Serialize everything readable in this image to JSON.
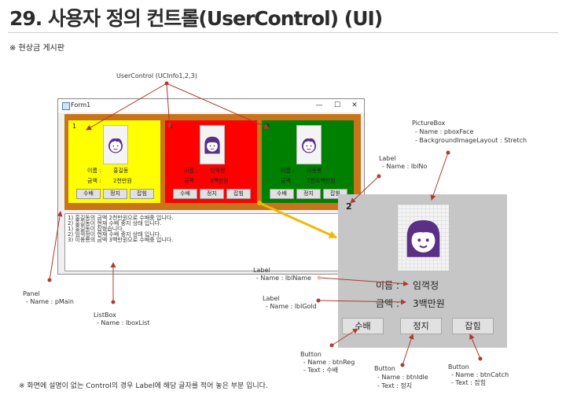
{
  "page": {
    "title": "29. 사용자 정의 컨트롤(UserControl) (UI)",
    "subtitle": "※ 현상금 게시판",
    "footnote": "※ 화면에 설명이 없는 Control의 경우 Label에 해당 글자를 적어 놓은 부분 입니다."
  },
  "form": {
    "title": "Form1",
    "minimize": "—",
    "maximize": "☐",
    "close": "✕"
  },
  "colors": {
    "panel": "#c8741a",
    "uc1": "#ffff00",
    "uc2": "#ff0000",
    "uc3": "#008000",
    "zoom_bg": "#c6c6c6",
    "face_purple": "#5a2f86",
    "arrow_red": "#c0392b",
    "arrow_yellow": "#f2b705"
  },
  "user_controls": [
    {
      "no": "1",
      "face": "boy-face-icon",
      "name_label": "이름 :",
      "name": "홍길동",
      "gold_label": "금액 :",
      "gold": "2천만원",
      "btn_reg": "수배",
      "btn_idle": "정지",
      "btn_catch": "잡힘"
    },
    {
      "no": "2",
      "face": "girl-face-icon",
      "name_label": "이름 :",
      "name": "임꺽정",
      "gold_label": "금액 :",
      "gold": "3백만원",
      "btn_reg": "수배",
      "btn_idle": "정지",
      "btn_catch": "잡힘"
    },
    {
      "no": "3",
      "face": "boy-face-icon",
      "name_label": "이름 :",
      "name": "이몽룡",
      "gold_label": "금액 :",
      "gold": "2천오백만원",
      "btn_reg": "수배",
      "btn_idle": "정지",
      "btn_catch": "잡힘"
    }
  ],
  "listbox": {
    "items": [
      "1) 홍길동의 금액 2천만원으로 수배중 입니다.",
      "2) 홍길동이 현재 수배 중지 상태 입니다.",
      "1) 홍길동이 잡혔습니다.",
      "2) 임꺽정이 현재 수배 중지 상태 입니다.",
      "3) 이몽룡의 금액 3백만원으로 수배중 입니다."
    ]
  },
  "zoom": {
    "no": "2",
    "face": "girl-face-icon",
    "name_label": "이름 :",
    "name": "임꺽정",
    "gold_label": "금액 :",
    "gold": "3백만원",
    "btn_reg": "수배",
    "btn_idle": "정지",
    "btn_catch": "잡힘"
  },
  "annotations": {
    "usercontrol": "UserControl (UCInfo1,2,3)",
    "picturebox_title": "PictureBox",
    "picturebox_name": "- Name : pboxFace",
    "picturebox_layout": "- BackgroundImageLayout : Stretch",
    "label_no_title": "Label",
    "label_no_name": "- Name : lblNo",
    "label_name_title": "Label",
    "label_name_name": "- Name : lblName",
    "label_gold_title": "Label",
    "label_gold_name": "- Name : lblGold",
    "panel_title": "Panel",
    "panel_name": "- Name : pMain",
    "listbox_title": "ListBox",
    "listbox_name": "- Name : lboxList",
    "btnreg_title": "Button",
    "btnreg_name": "- Name : btnReg",
    "btnreg_text": "- Text : 수배",
    "btnidle_title": "Button",
    "btnidle_name": "- Name : btnIdle",
    "btnidle_text": "- Text : 정지",
    "btncatch_title": "Button",
    "btncatch_name": "- Name : btnCatch",
    "btncatch_text": "- Text : 잡힘"
  }
}
